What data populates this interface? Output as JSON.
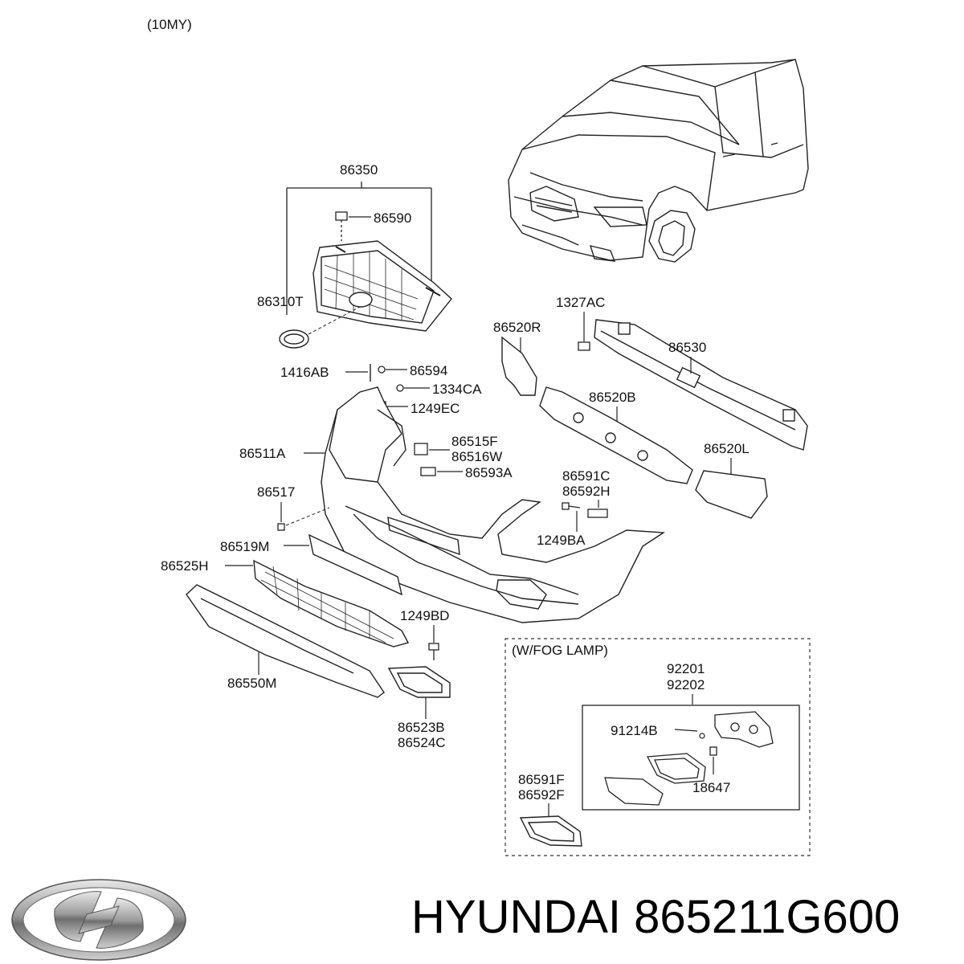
{
  "model_year": "(10MY)",
  "labels": {
    "grille_assy": "86350",
    "clip_86590": "86590",
    "emblem": "86310T",
    "bolt_1327AC": "1327AC",
    "absorber_86520R": "86520R",
    "beam_86530": "86530",
    "screw_1416AB": "1416AB",
    "clip_86594": "86594",
    "nut_1334CA": "1334CA",
    "bolt_1249EC": "1249EC",
    "absorber_86520B": "86520B",
    "bumper_86511A": "86511A",
    "bracket_86515F": "86515F",
    "bracket_86516W": "86516W",
    "absorber_86520L": "86520L",
    "clip_86593A": "86593A",
    "clip_86517": "86517",
    "bracket_86591C": "86591C",
    "bracket_86592H": "86592H",
    "bolt_1249BA": "1249BA",
    "plate_86519M": "86519M",
    "grille_86525H": "86525H",
    "bolt_1249BD": "1249BD",
    "garnish_86550M": "86550M",
    "cover_86523B": "86523B",
    "cover_86524C": "86524C"
  },
  "fog_lamp": {
    "title": "(W/FOG LAMP)",
    "lamp_assy_1": "92201",
    "lamp_assy_2": "92202",
    "bulb": "91214B",
    "screw": "18647",
    "cover_1": "86591F",
    "cover_2": "86592F"
  },
  "brand": {
    "text": "HYUNDAI 865211G600",
    "logo_icon": "hyundai-logo-icon"
  }
}
